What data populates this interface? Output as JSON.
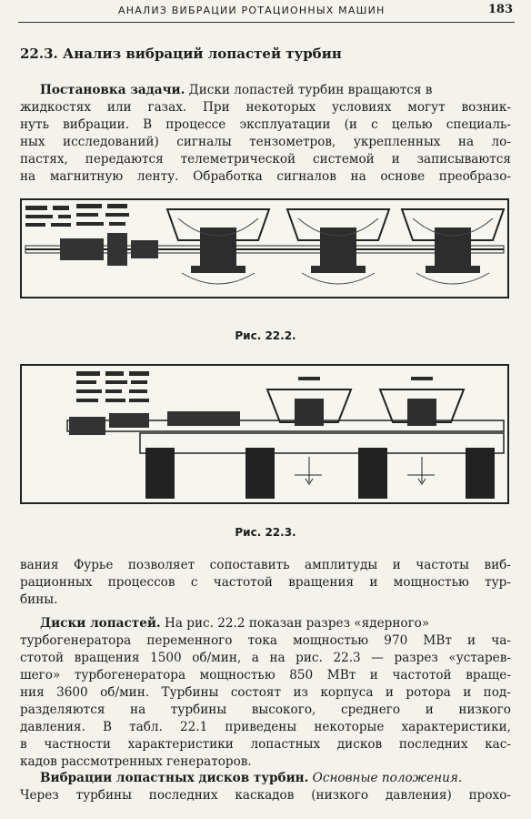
{
  "header": {
    "running_title": "АНАЛИЗ ВИБРАЦИИ РОТАЦИОННЫХ МАШИН",
    "page_number": "183"
  },
  "section_title": "22.3. Анализ вибраций лопастей турбин",
  "para1": {
    "lead": "Постановка задачи.",
    "lines": [
      " Диски лопастей турбин вращаются в",
      "жидкостях или газах. При некоторых условиях могут возник-",
      "нуть вибрации. В процессе эксплуатации (и с целью специаль-",
      "ных исследований) сигналы тензометров, укрепленных на ло-",
      "пастях, передаются телеметрической системой и записываются",
      "на магнитную ленту. Обработка сигналов на основе преобразо-"
    ]
  },
  "figure1": {
    "caption": "Рис. 22.2."
  },
  "figure2": {
    "caption": "Рис. 22.3."
  },
  "para2": {
    "lines": [
      "вания Фурье позволяет сопоставить амплитуды и частоты виб-",
      "рационных процессов с частотой вращения и мощностью тур-",
      "бины."
    ]
  },
  "para3": {
    "lead": "Диски лопастей.",
    "lines": [
      " На рис. 22.2 показан разрез «ядерного»",
      "турбогенератора переменного тока мощностью 970 МВт и ча-",
      "стотой вращения 1500 об/мин, а на рис. 22.3 — разрез «устарев-",
      "шего» турбогенератора мощностью 850 МВт и частотой враще-",
      "ния 3600 об/мин. Турбины состоят из корпуса и ротора и под-",
      "разделяются на турбины высокого, среднего и низкого",
      "давления. В табл. 22.1 приведены некоторые характеристики,",
      "в частности характеристики лопастных дисков последних кас-",
      "кадов рассмотренных генераторов."
    ]
  },
  "para4": {
    "lead": "Вибрации лопастных дисков турбин.",
    "italic": " Основные положения.",
    "lines": [
      "Через турбины последних каскадов (низкого давления) прохо-"
    ]
  }
}
